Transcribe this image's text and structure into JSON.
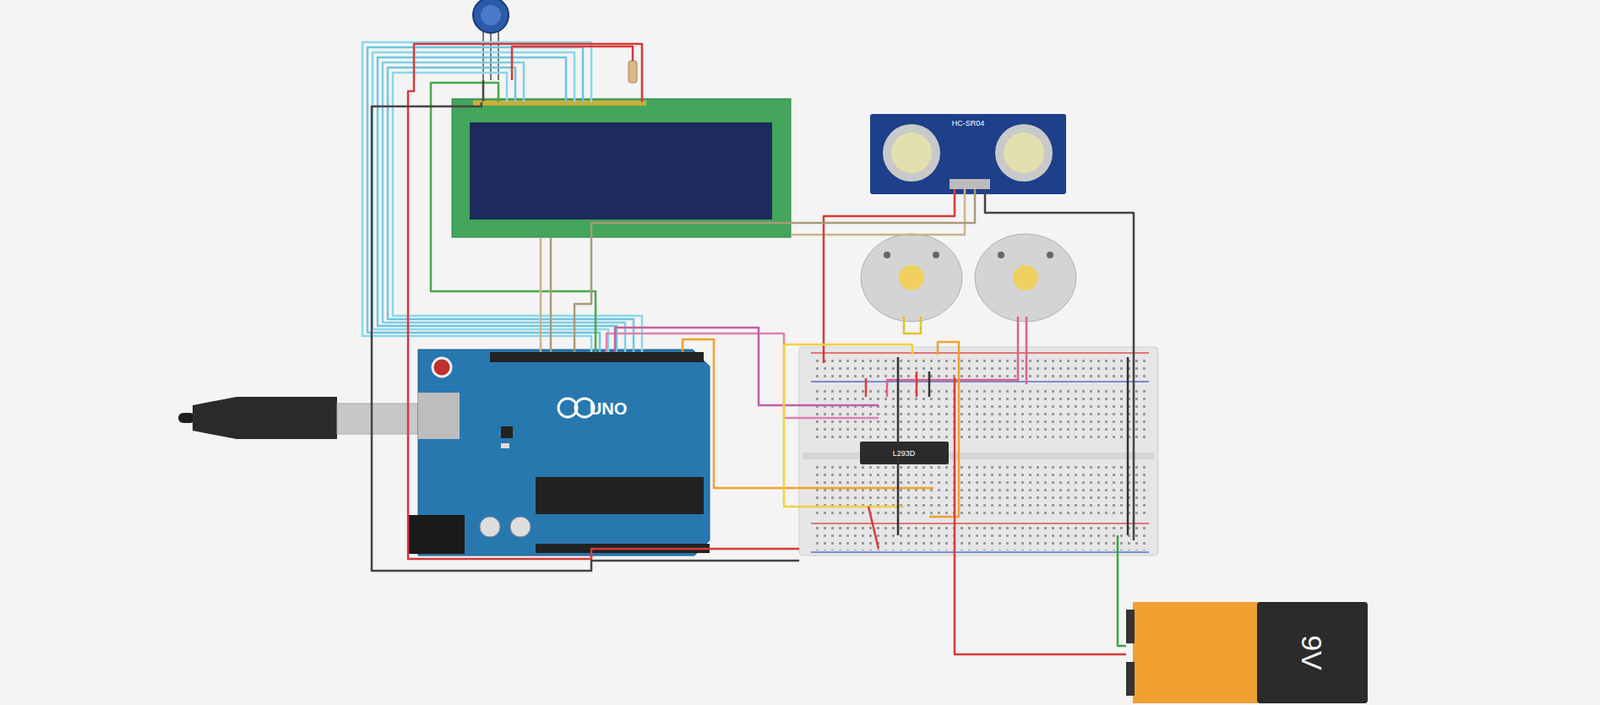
{
  "diagram": {
    "labels": [
      "UNO",
      "HC-SR04",
      "L293D",
      "9V"
    ]
  }
}
